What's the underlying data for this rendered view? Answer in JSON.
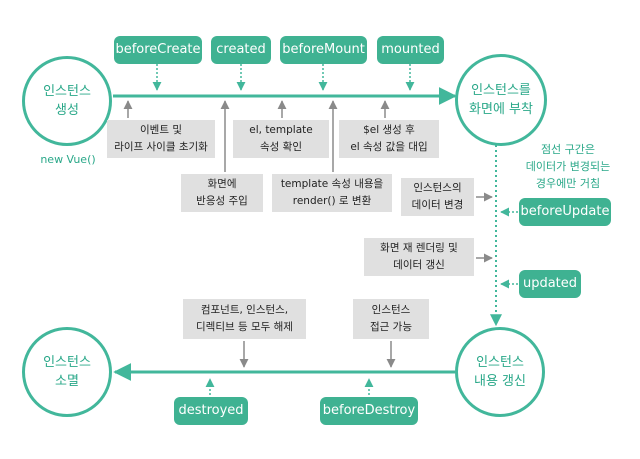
{
  "colors": {
    "accent": "#42b79b",
    "hook_bg": "#3fb292",
    "box_bg": "#e0e0e0",
    "arrow_gray": "#8a8a8a"
  },
  "circles": {
    "create_instance": "인스턴스\n생성",
    "attach_to_screen": "인스턴스를\n화면에 부착",
    "update_contents": "인스턴스\n내용 갱신",
    "destroy_instance": "인스턴스\n소멸"
  },
  "hooks": {
    "before_create": "beforeCreate",
    "created": "created",
    "before_mount": "beforeMount",
    "mounted": "mounted",
    "before_update": "beforeUpdate",
    "updated": "updated",
    "destroyed": "destroyed",
    "before_destroy": "beforeDestroy"
  },
  "boxes": {
    "init_events": "이벤트 및\n라이프 사이클 초기화",
    "inject_reactivity": "화면에\n반응성 주입",
    "template_check": "el, template\n속성 확인",
    "template_to_render": "template 속성 내용을\nrender() 로 변환",
    "el_replace": "$el 생성 후\nel 속성 값을 대입",
    "data_change": "인스턴스의\n데이터 변경",
    "rerender": "화면 재 렌더링 및\n데이터 갱신",
    "teardown": "컴포넌트, 인스턴스,\n디렉티브 등 모두 해제",
    "accessible": "인스턴스\n접근 가능"
  },
  "notes": {
    "new_vue": "new Vue()",
    "dotted_section": "점선 구간은\n데이터가 변경되는\n경우에만 거침"
  }
}
